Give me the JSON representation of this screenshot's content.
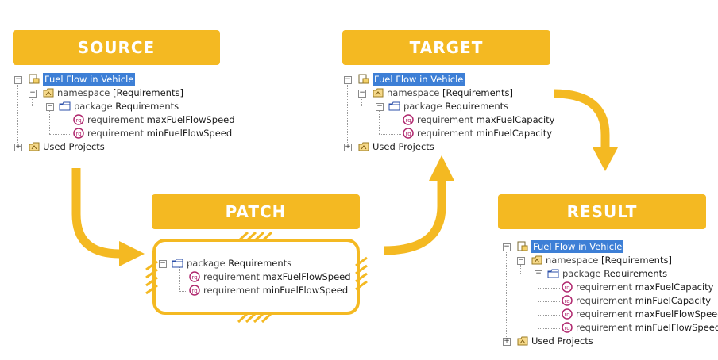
{
  "colors": {
    "accent": "#f4b922",
    "selection": "#3d7fd6"
  },
  "source": {
    "title": "SOURCE",
    "root": "Fuel Flow in Vehicle",
    "namespace_kw": "namespace",
    "namespace_name": "[Requirements]",
    "package_kw": "package",
    "package_name": "Requirements",
    "req_kw": "requirement",
    "req1": "maxFuelFlowSpeed",
    "req2": "minFuelFlowSpeed",
    "used": "Used Projects"
  },
  "target": {
    "title": "TARGET",
    "root": "Fuel Flow in Vehicle",
    "namespace_kw": "namespace",
    "namespace_name": "[Requirements]",
    "package_kw": "package",
    "package_name": "Requirements",
    "req_kw": "requirement",
    "req1": "maxFuelCapacity",
    "req2": "minFuelCapacity",
    "used": "Used Projects"
  },
  "patch": {
    "title": "PATCH",
    "package_kw": "package",
    "package_name": "Requirements",
    "req_kw": "requirement",
    "req1": "maxFuelFlowSpeed",
    "req2": "minFuelFlowSpeed"
  },
  "result": {
    "title": "RESULT",
    "root": "Fuel Flow in Vehicle",
    "namespace_kw": "namespace",
    "namespace_name": "[Requirements]",
    "package_kw": "package",
    "package_name": "Requirements",
    "req_kw": "requirement",
    "req1": "maxFuelCapacity",
    "req2": "minFuelCapacity",
    "req3": "maxFuelFlowSpeed",
    "req4": "minFuelFlowSpeed",
    "used": "Used Projects"
  }
}
